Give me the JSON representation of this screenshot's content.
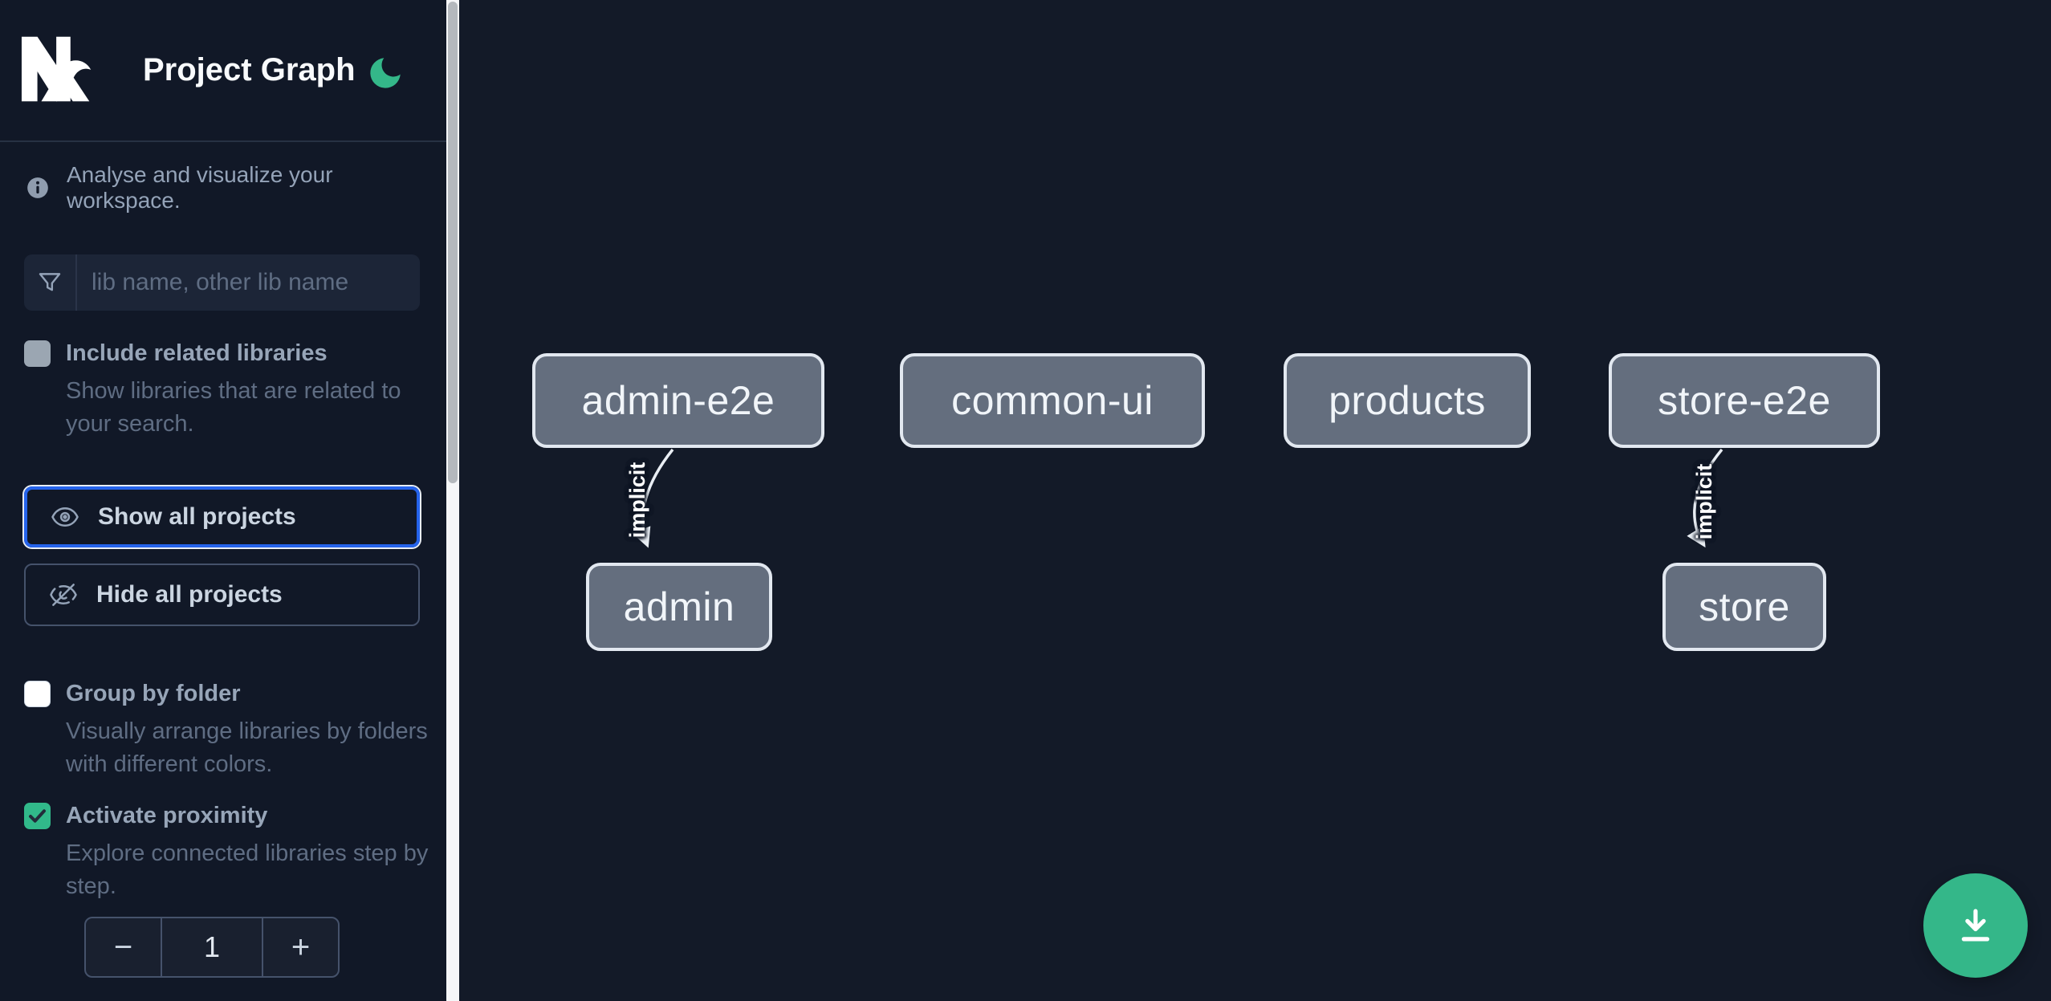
{
  "header": {
    "title": "Project Graph",
    "logo": "nx-logo",
    "theme_toggle_icon": "moon-icon"
  },
  "sidebar": {
    "tagline": "Analyse and visualize your workspace.",
    "filter": {
      "placeholder": "lib name, other lib name",
      "value": "",
      "icon": "funnel-icon"
    },
    "options": {
      "include_related": {
        "label": "Include related libraries",
        "description": "Show libraries that are related to your search.",
        "checked": false,
        "enabled": false
      },
      "group_by_folder": {
        "label": "Group by folder",
        "description": "Visually arrange libraries by folders with different colors.",
        "checked": false,
        "enabled": true
      },
      "activate_proximity": {
        "label": "Activate proximity",
        "description": "Explore connected libraries step by step.",
        "checked": true,
        "enabled": true
      }
    },
    "actions": {
      "show_all": {
        "label": "Show all projects",
        "icon": "eye-icon",
        "focused": true
      },
      "hide_all": {
        "label": "Hide all projects",
        "icon": "eye-off-icon",
        "focused": false
      }
    },
    "proximity_stepper": {
      "decrement_label": "−",
      "value": "1",
      "increment_label": "+"
    }
  },
  "graph": {
    "nodes": [
      {
        "label": "admin-e2e"
      },
      {
        "label": "common-ui"
      },
      {
        "label": "products"
      },
      {
        "label": "store-e2e"
      },
      {
        "label": "admin"
      },
      {
        "label": "store"
      }
    ],
    "edges": [
      {
        "from": "admin-e2e",
        "to": "admin",
        "label": "implicit",
        "type": "implicit"
      },
      {
        "from": "store-e2e",
        "to": "store",
        "label": "implicit",
        "type": "implicit"
      }
    ]
  },
  "fab": {
    "icon": "download-icon"
  },
  "colors": {
    "sidebar_bg": "#111827",
    "canvas_bg": "#131a28",
    "accent_blue": "#2563eb",
    "brand_green": "#34b789",
    "checkbox_checked_green": "#31b98a",
    "node_fill": "#646e7e",
    "node_border": "#e2e8f0",
    "edge_color": "#e9eef4",
    "text_primary": "#f8fafc",
    "text_muted": "#94a3b8",
    "text_faint": "#5f6d83"
  }
}
